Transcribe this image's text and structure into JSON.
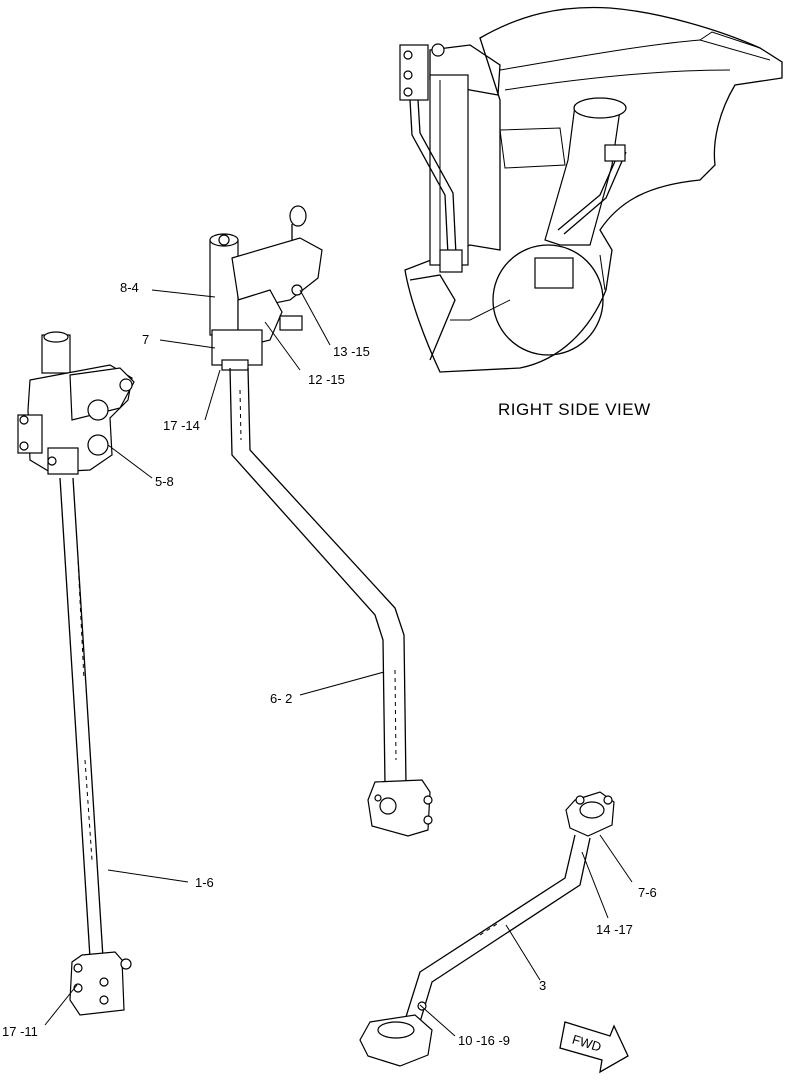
{
  "view_title": "RIGHT SIDE VIEW",
  "fwd_label": "FWD",
  "callouts": {
    "c_8_4": "8-4",
    "c_7": "7",
    "c_13_15": "13 -15",
    "c_12_15": "12 -15",
    "c_17_14": "17 -14",
    "c_5_8": "5-8",
    "c_6_2": "6- 2",
    "c_1_6": "1-6",
    "c_17_11": "17 -11",
    "c_7_6": "7-6",
    "c_14_17": "14 -17",
    "c_3": "3",
    "c_10_16_9": "10 -16 -9"
  }
}
